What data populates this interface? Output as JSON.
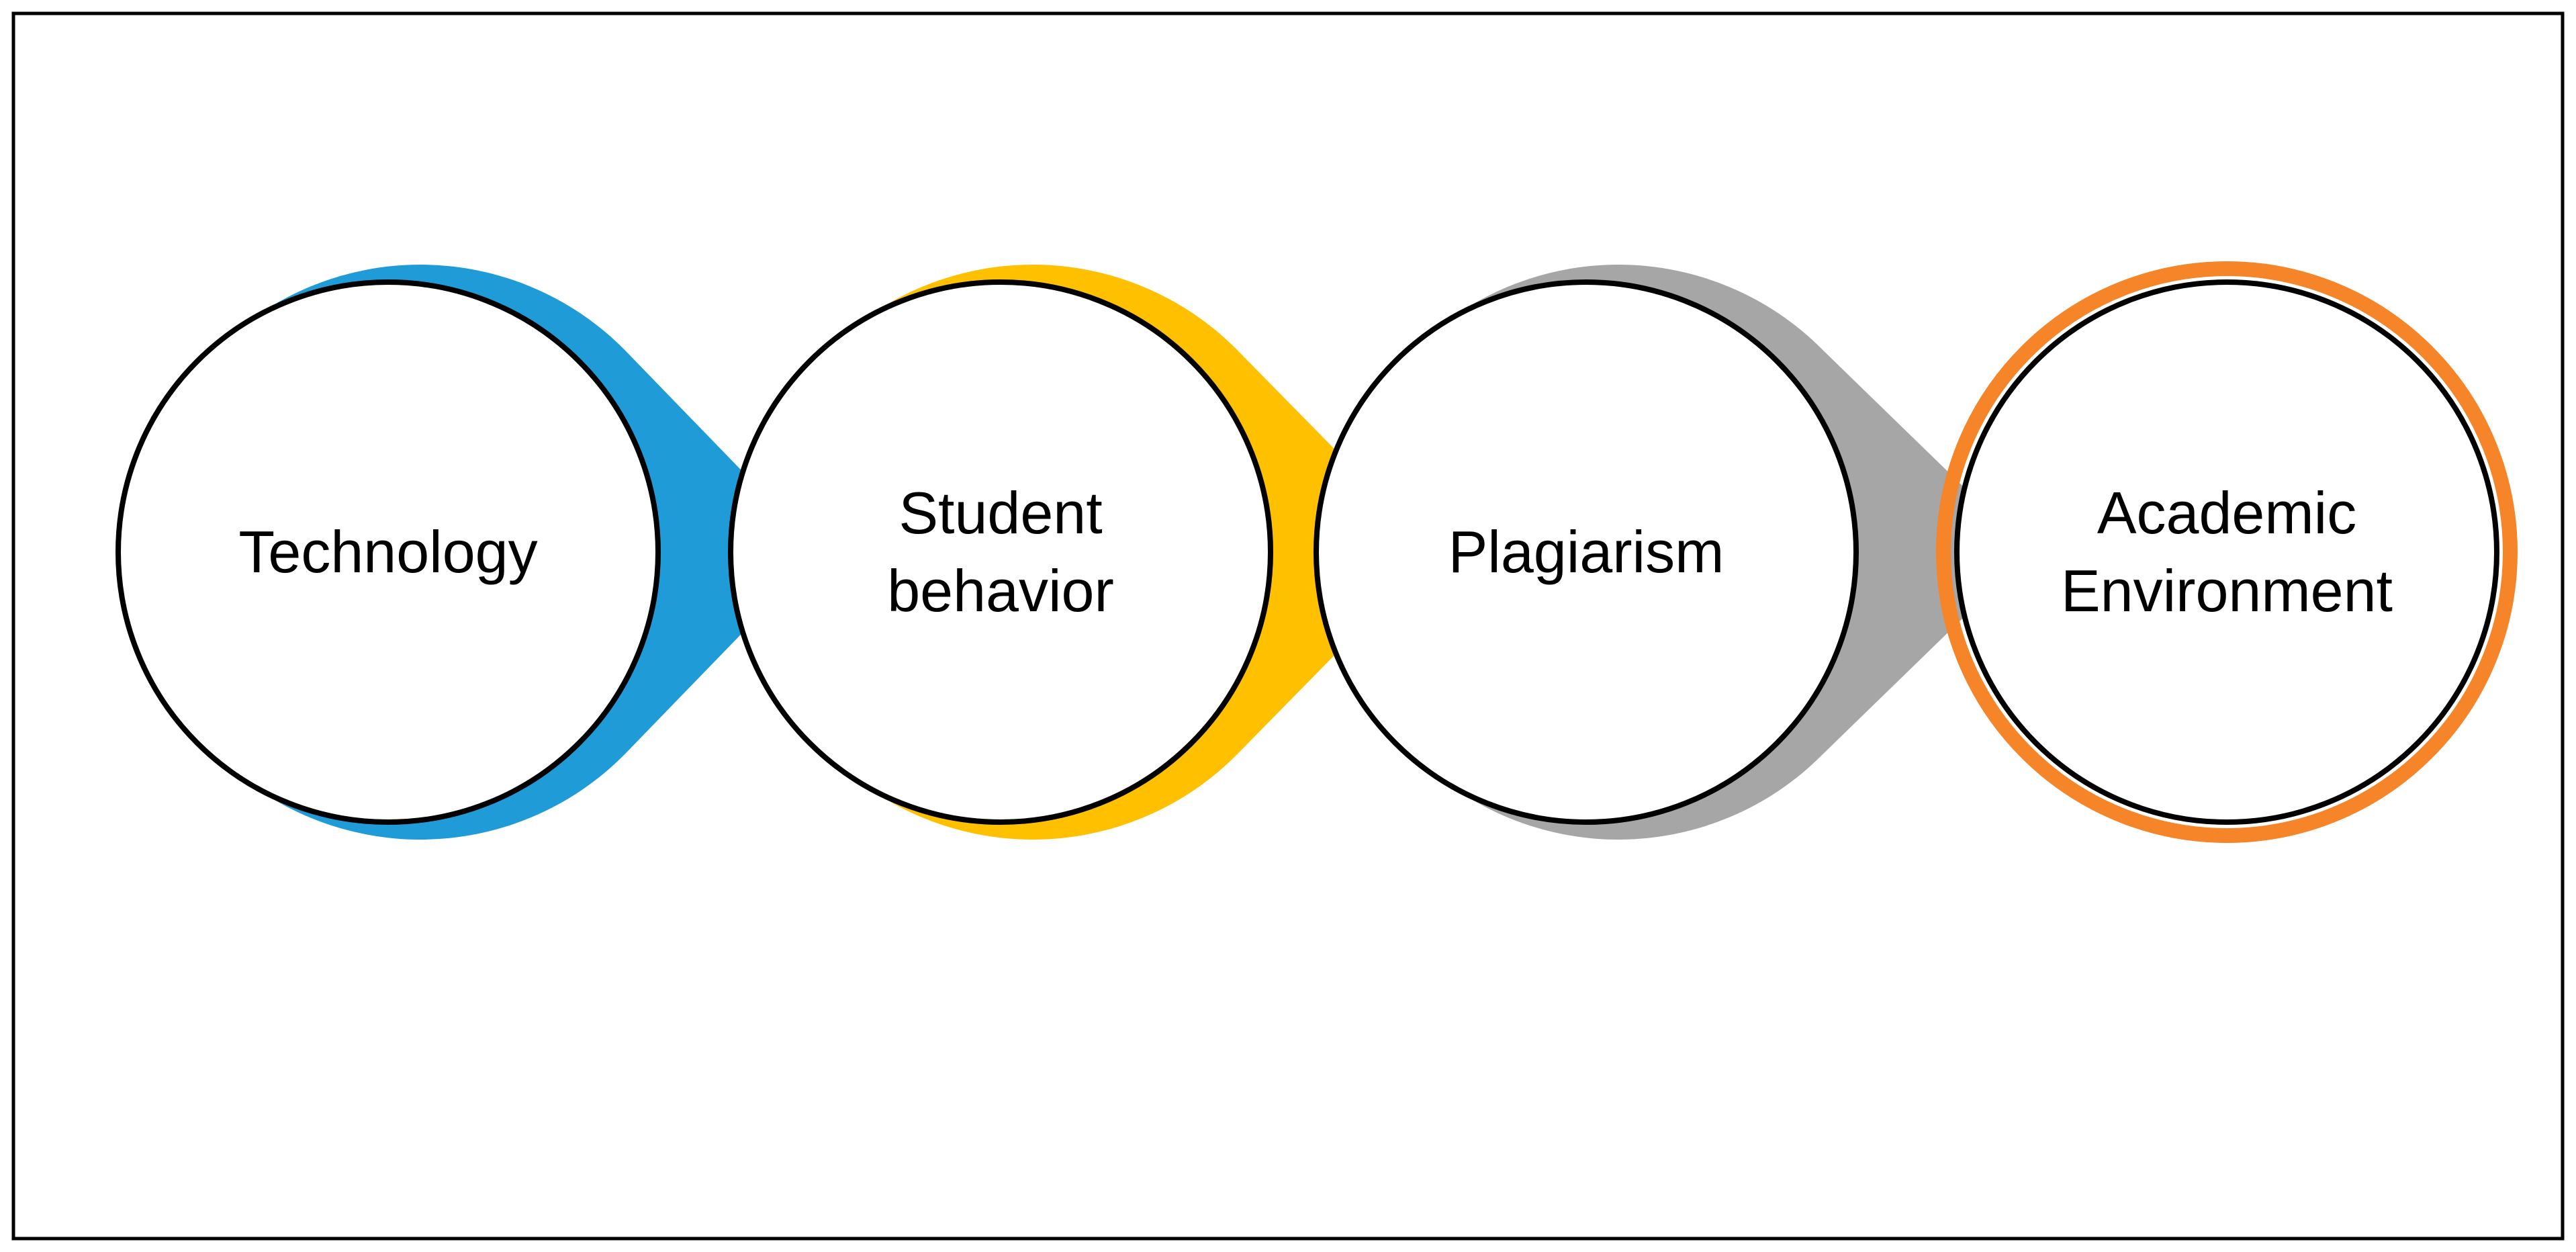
{
  "colors": {
    "frame": "#000000",
    "circle_stroke": "#000000",
    "circle_fill": "#ffffff",
    "text": "#000000"
  },
  "nodes": [
    {
      "label_lines": [
        "Technology"
      ],
      "accent": "#1f9cd8",
      "shape": "arrow"
    },
    {
      "label_lines": [
        "Student",
        "behavior"
      ],
      "accent": "#ffc000",
      "shape": "arrow"
    },
    {
      "label_lines": [
        "Plagiarism"
      ],
      "accent": "#a6a6a6",
      "shape": "arrow"
    },
    {
      "label_lines": [
        "Academic",
        "Environment"
      ],
      "accent": "#f68428",
      "shape": "ring"
    }
  ]
}
